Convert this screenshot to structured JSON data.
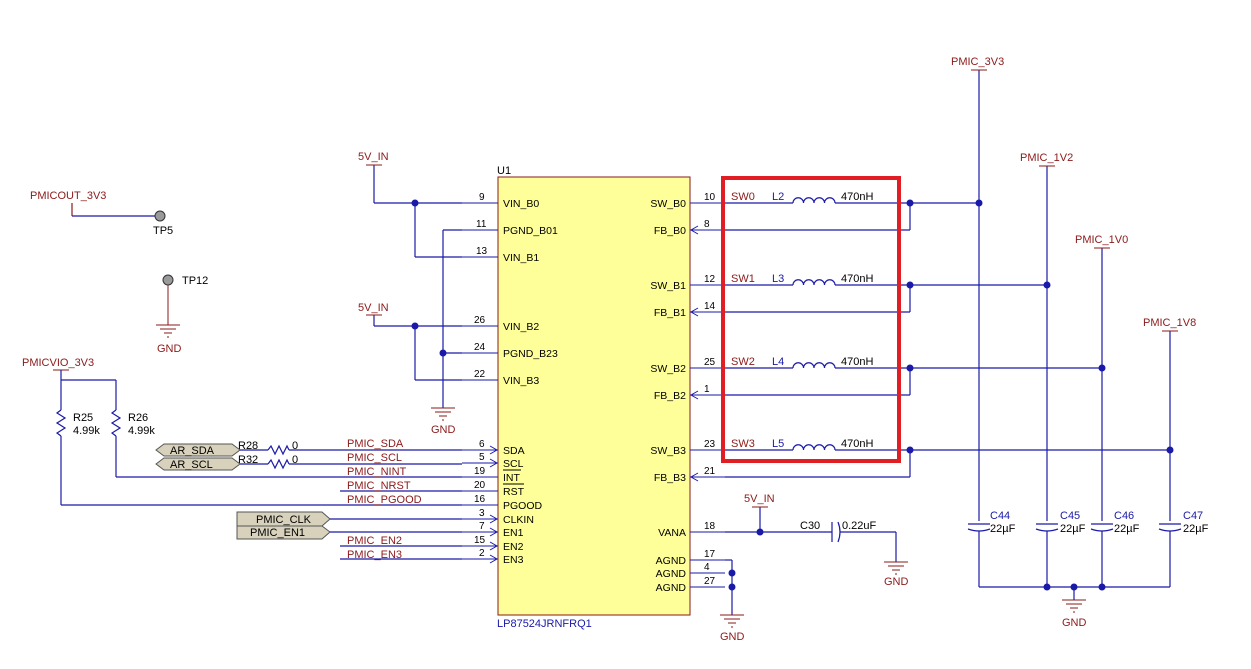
{
  "ic": {
    "ref": "U1",
    "part": "LP87524JRNFRQ1",
    "left_pins": [
      {
        "no": "9",
        "name": "VIN_B0"
      },
      {
        "no": "11",
        "name": "PGND_B01"
      },
      {
        "no": "13",
        "name": "VIN_B1"
      },
      {
        "no": "26",
        "name": "VIN_B2"
      },
      {
        "no": "24",
        "name": "PGND_B23"
      },
      {
        "no": "22",
        "name": "VIN_B3"
      },
      {
        "no": "6",
        "name": "SDA"
      },
      {
        "no": "5",
        "name": "SCL"
      },
      {
        "no": "19",
        "name": "INT"
      },
      {
        "no": "20",
        "name": "RST"
      },
      {
        "no": "16",
        "name": "PGOOD"
      },
      {
        "no": "3",
        "name": "CLKIN"
      },
      {
        "no": "7",
        "name": "EN1"
      },
      {
        "no": "15",
        "name": "EN2"
      },
      {
        "no": "2",
        "name": "EN3"
      }
    ],
    "right_pins": [
      {
        "no": "10",
        "name": "SW_B0"
      },
      {
        "no": "8",
        "name": "FB_B0"
      },
      {
        "no": "12",
        "name": "SW_B1"
      },
      {
        "no": "14",
        "name": "FB_B1"
      },
      {
        "no": "25",
        "name": "SW_B2"
      },
      {
        "no": "1",
        "name": "FB_B2"
      },
      {
        "no": "23",
        "name": "SW_B3"
      },
      {
        "no": "21",
        "name": "FB_B3"
      },
      {
        "no": "18",
        "name": "VANA"
      },
      {
        "no": "17",
        "name": "AGND"
      },
      {
        "no": "4",
        "name": "AGND"
      },
      {
        "no": "27",
        "name": "AGND"
      }
    ]
  },
  "nets": {
    "v5_in_1": "5V_IN",
    "v5_in_2": "5V_IN",
    "v5_in_3": "5V_IN",
    "pmic_3v3": "PMIC_3V3",
    "pmic_1v2": "PMIC_1V2",
    "pmic_1v0": "PMIC_1V0",
    "pmic_1v8": "PMIC_1V8",
    "pmicout_3v3": "PMICOUT_3V3",
    "pmicvio_3v3": "PMICVIO_3V3",
    "pmic_sda": "PMIC_SDA",
    "pmic_scl": "PMIC_SCL",
    "pmic_nint": "PMIC_NINT",
    "pmic_nrst": "PMIC_NRST",
    "pmic_pgood": "PMIC_PGOOD",
    "pmic_en2": "PMIC_EN2",
    "pmic_en3": "PMIC_EN3",
    "sw0": "SW0",
    "sw1": "SW1",
    "sw2": "SW2",
    "sw3": "SW3"
  },
  "ports": {
    "ar_sda": "AR_SDA",
    "ar_scl": "AR_SCL",
    "pmic_clk": "PMIC_CLK",
    "pmic_en1": "PMIC_EN1"
  },
  "testpoints": {
    "tp5": "TP5",
    "tp12": "TP12"
  },
  "gnd": "GND",
  "resistors": [
    {
      "ref": "R25",
      "value": "4.99k"
    },
    {
      "ref": "R26",
      "value": "4.99k"
    },
    {
      "ref": "R28",
      "value": "0"
    },
    {
      "ref": "R32",
      "value": "0"
    }
  ],
  "inductors": [
    {
      "ref": "L2",
      "value": "470nH"
    },
    {
      "ref": "L3",
      "value": "470nH"
    },
    {
      "ref": "L4",
      "value": "470nH"
    },
    {
      "ref": "L5",
      "value": "470nH"
    }
  ],
  "capacitors": [
    {
      "ref": "C30",
      "value": "0.22uF"
    },
    {
      "ref": "C44",
      "value": "22µF"
    },
    {
      "ref": "C45",
      "value": "22µF"
    },
    {
      "ref": "C46",
      "value": "22µF"
    },
    {
      "ref": "C47",
      "value": "22µF"
    }
  ],
  "colors": {
    "wire": "#1a1aa8",
    "net": "#8b1a1a",
    "ic_fill": "#ffff99",
    "highlight": "#e01e24"
  }
}
